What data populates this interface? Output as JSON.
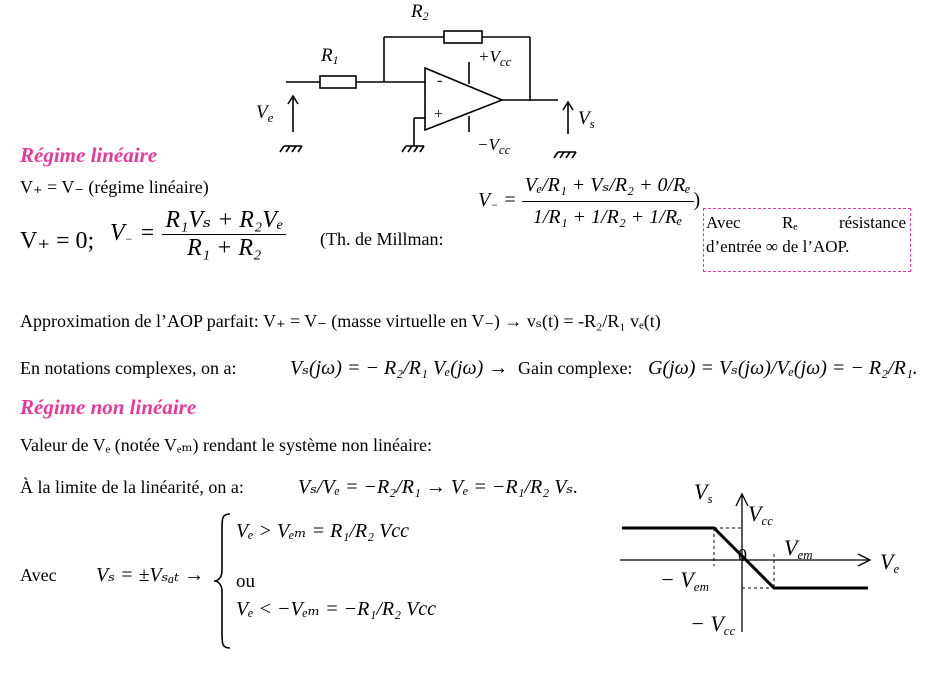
{
  "circuit": {
    "r1": "R",
    "r1_sub": "1",
    "r2": "R",
    "r2_sub": "2",
    "vcc_pos": "+V",
    "vcc_pos_sub": "cc",
    "vcc_neg": "−V",
    "vcc_neg_sub": "cc",
    "minus": "-",
    "plus": "+",
    "ve": "V",
    "ve_sub": "e",
    "vs": "V",
    "vs_sub": "s"
  },
  "linear": {
    "heading": "Régime linéaire",
    "line1": "V₊ = V₋ (régime linéaire)",
    "eq_start": "V₊ = 0;",
    "vminus": "V",
    "vminus_sub": "−",
    "eq_sign": "=",
    "frac_num": "R₁Vₛ + R₂Vₑ",
    "frac_den": "R₁ + R₂",
    "millman_label": "(Th. de Millman:",
    "millman_close": ")",
    "millman_num": [
      "Vₑ/R₁",
      "+",
      "Vₛ/R₂",
      "+",
      "0/Rₑ"
    ],
    "millman_den": [
      "1/R₁",
      "+",
      "1/R₂",
      "+",
      "1/Rₑ"
    ],
    "note_line1_a": "Avec",
    "note_line1_b": "Rₑ",
    "note_line1_c": "résistance",
    "note_line2": "d’entrée ∞ de l’AOP.",
    "approx": "Approximation de l’AOP parfait: V₊ = V₋ (masse virtuelle en V₋) → vₛ(t) = -R₂/R₁ vₑ(t)",
    "complex_intro": "En notations complexes, on a:",
    "complex_eq": "Vₛ(jω) = − R₂/R₁ Vₑ(jω) →",
    "gain_label": "Gain complexe:",
    "gain_eq": "G(jω) = Vₛ(jω)/Vₑ(jω) = − R₂/R₁."
  },
  "nonlinear": {
    "heading": "Régime non linéaire",
    "line1": "Valeur de Vₑ (notée Vₑₘ) rendant le système non linéaire:",
    "line2": "À la limite de la linéarité, on a:",
    "line2_eq": "Vₛ/Vₑ = −R₂/R₁ → Vₑ = −R₁/R₂ Vₛ.",
    "avec": "Avec",
    "vs_sat": "Vₛ = ±Vₛₐₜ →",
    "case1": "Vₑ > Vₑₘ = R₁/R₂ Vcc",
    "ou": "ou",
    "case2": "Vₑ < −Vₑₘ = −R₁/R₂ Vcc"
  },
  "graph": {
    "vs_label": "V",
    "vs_sub": "s",
    "vcc_label": "V",
    "vcc_sub": "cc",
    "zero": "0",
    "vem_label": "V",
    "vem_sub": "em",
    "ve_label": "V",
    "ve_sub": "e",
    "neg_vem_label": "− V",
    "neg_vem_sub": "em",
    "neg_vcc_label": "− V",
    "neg_vcc_sub": "cc"
  }
}
